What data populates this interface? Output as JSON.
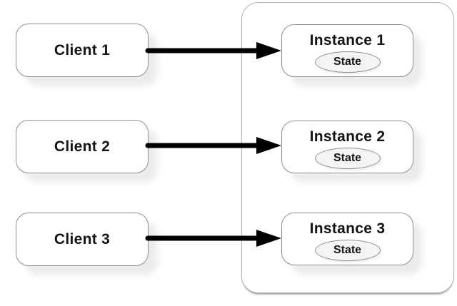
{
  "colors": {
    "background": "#ffffff",
    "node_fill": "#ffffff",
    "node_border": "#8f8f8f",
    "container_border": "#b3b3b3",
    "arrow": "#000000",
    "text": "#141414",
    "state_fill": "#f4f4f4"
  },
  "diagram": {
    "clients": [
      {
        "label": "Client 1"
      },
      {
        "label": "Client 2"
      },
      {
        "label": "Client 3"
      }
    ],
    "instances": [
      {
        "title": "Instance 1",
        "state_label": "State"
      },
      {
        "title": "Instance 2",
        "state_label": "State"
      },
      {
        "title": "Instance 3",
        "state_label": "State"
      }
    ],
    "connections": [
      {
        "from": "Client 1",
        "to": "Instance 1"
      },
      {
        "from": "Client 2",
        "to": "Instance 2"
      },
      {
        "from": "Client 3",
        "to": "Instance 3"
      }
    ]
  }
}
